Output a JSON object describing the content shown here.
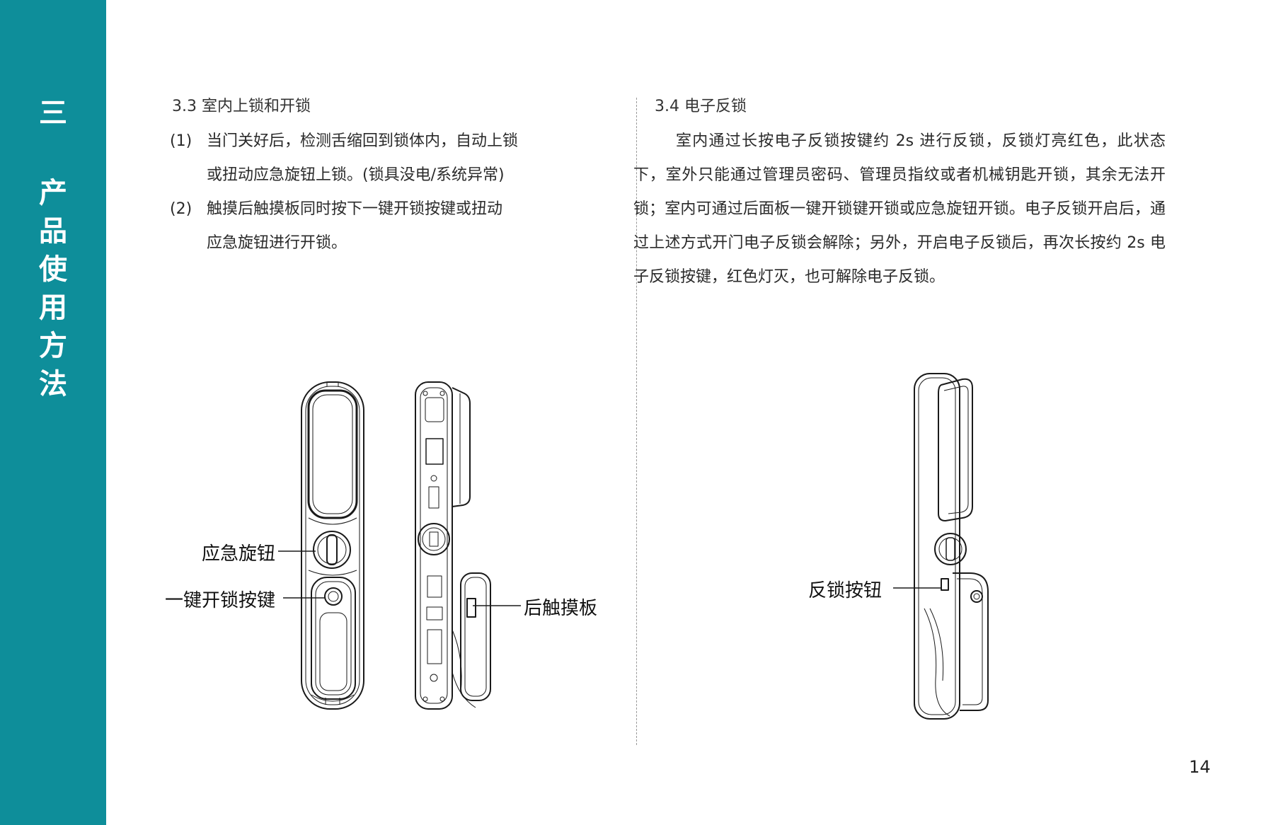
{
  "sidebar": {
    "chapter_number": "三",
    "chapter_title_chars": [
      "产",
      "品",
      "使",
      "用",
      "方",
      "法"
    ]
  },
  "left": {
    "section_title": "3.3  室内上锁和开锁",
    "items": [
      {
        "num": "(1)",
        "lines": [
          "当门关好后，检测舌缩回到锁体内，自动上锁",
          "或扭动应急旋钮上锁。(锁具没电/系统异常)"
        ]
      },
      {
        "num": "(2)",
        "lines": [
          "触摸后触摸板同时按下一键开锁按键或扭动",
          "应急旋钮进行开锁。"
        ]
      }
    ],
    "callouts": {
      "emergency_knob": "应急旋钮",
      "one_key_unlock": "一键开锁按键",
      "rear_touch_panel": "后触摸板"
    }
  },
  "right": {
    "section_title": "3.4 电子反锁",
    "paragraph": "室内通过长按电子反锁按键约 2s 进行反锁，反锁灯亮红色，此状态下，室外只能通过管理员密码、管理员指纹或者机械钥匙开锁，其余无法开锁；室内可通过后面板一键开锁键开锁或应急旋钮开锁。电子反锁开启后，通过上述方式开门电子反锁会解除；另外，开启电子反锁后，再次长按约 2s 电子反锁按键，红色灯灭，也可解除电子反锁。",
    "callouts": {
      "deadlock_button": "反锁按钮"
    }
  },
  "page_number": "14",
  "colors": {
    "sidebar": "#0e8e9a",
    "text": "#333333",
    "line": "#1a1a1a"
  }
}
